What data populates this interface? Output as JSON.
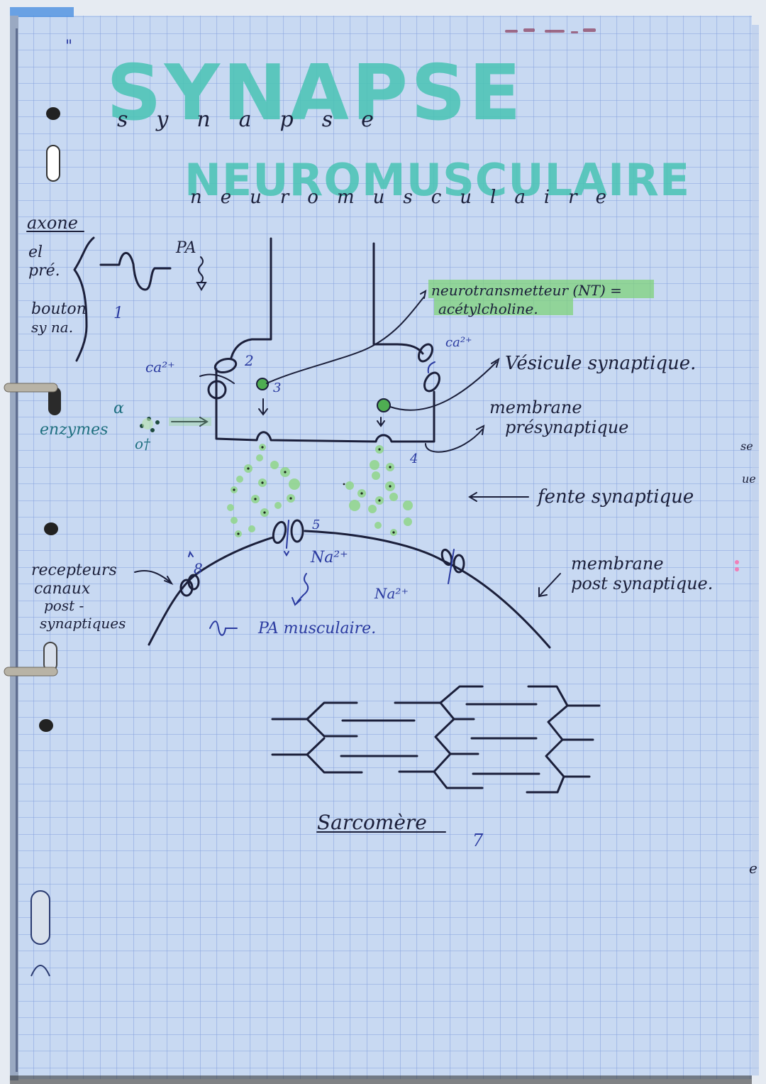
{
  "page": {
    "corner_mark": "\"",
    "paper_color": "#c8d9f2",
    "grid_color": "#6f8fd6",
    "highlight_color": "#7fd27b",
    "title_color": "#49c3b4",
    "ink_color": "#1b1f3a",
    "number_ink_color": "#2a3aa0"
  },
  "title": {
    "big_line1": "SYNAPSE",
    "small_line1": "synapse",
    "big_line2": "NEUROMUSCULAIRE",
    "small_line2": "neuromusculaire"
  },
  "left_labels": {
    "axone": "axone",
    "el_pre": [
      "el",
      "pré."
    ],
    "bouton": [
      "bouton",
      "sy na."
    ],
    "enzymes": "enzymes",
    "enzyme_alpha": "α",
    "enzyme_dagger": "o†",
    "recepteurs": [
      "recepteurs",
      "canaux",
      "post -",
      "synaptiques"
    ]
  },
  "diagram_labels": {
    "pa": "PA",
    "ca_left": "ca²⁺",
    "ca_right": "ca²⁺",
    "na_1": "Na²⁺",
    "na_2": "Na²⁺",
    "pa_musculaire": "PA musculaire.",
    "sarcomere": "Sarcomère"
  },
  "step_numbers": [
    "1",
    "2",
    "3",
    "4",
    "5",
    "7",
    "8"
  ],
  "right_labels": {
    "neurotransmetteur": "neurotransmetteur (NT) =",
    "acetylcholine": "acétylcholine.",
    "vesicule": "Vésicule synaptique.",
    "membrane_pre": [
      "membrane",
      "présynaptique"
    ],
    "fente": "fente synaptique",
    "membrane_post": [
      "membrane",
      "post synaptique."
    ]
  },
  "edge_fragments": [
    "se",
    "ue",
    "e"
  ]
}
